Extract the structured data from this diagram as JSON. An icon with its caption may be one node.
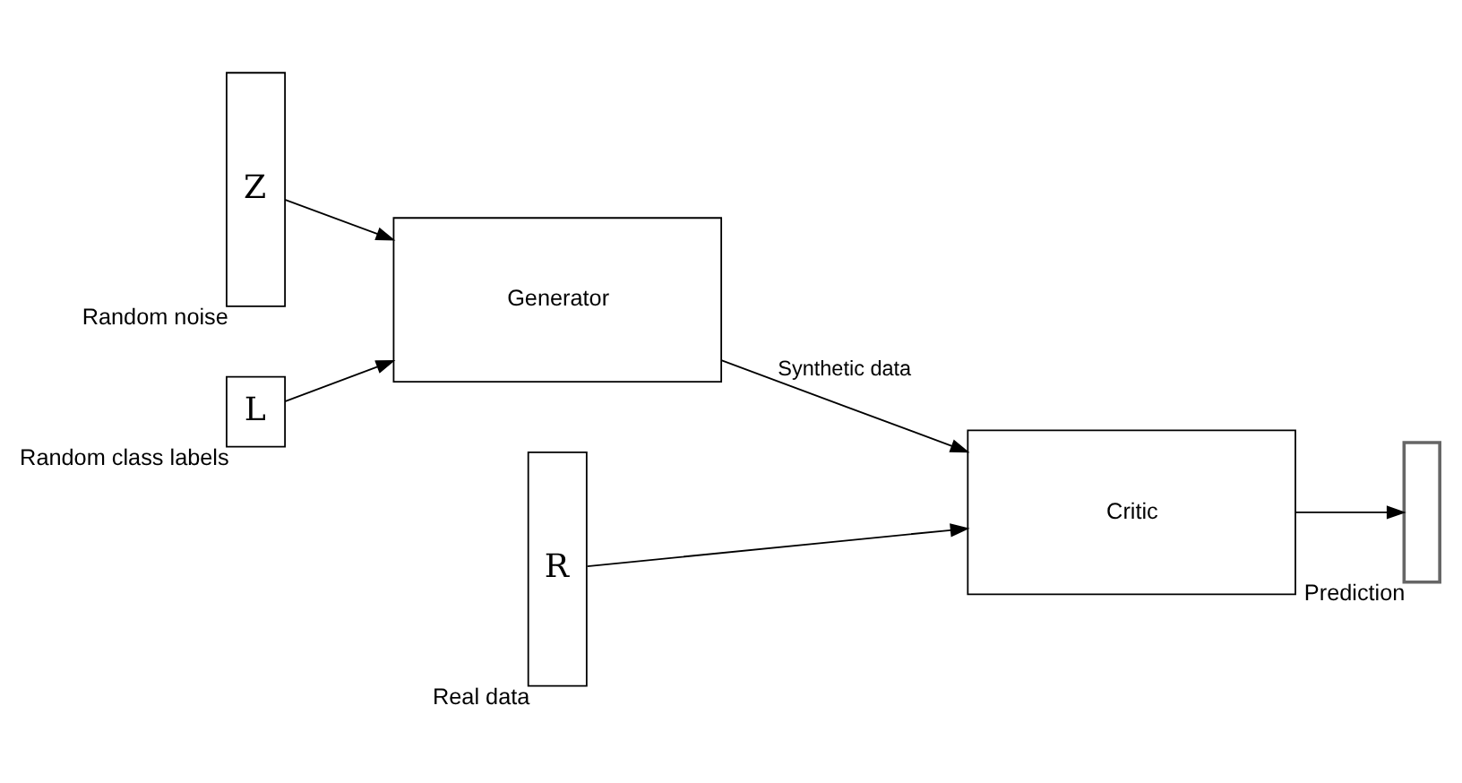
{
  "diagram": {
    "nodes": [
      {
        "text": [
          "Z"
        ],
        "beside": [
          "Random noise"
        ]
      },
      {
        "text": [
          "L"
        ],
        "beside": [
          "Random class labels"
        ]
      },
      {
        "text": [
          "Generator"
        ]
      },
      {
        "text": [
          "R"
        ],
        "beside": [
          "Real data"
        ]
      },
      {
        "text": [
          "Critic"
        ]
      },
      {
        "text": [],
        "shape": "bar",
        "beside": [
          "Prediction"
        ]
      }
    ],
    "edges": [
      {
        "from": 0,
        "to": 2,
        "arrow": "to"
      },
      {
        "from": 1,
        "to": 2,
        "arrow": "to"
      },
      {
        "from": 2,
        "to": 4,
        "arrow": "to",
        "label": "Synthetic data"
      },
      {
        "from": 3,
        "to": 4,
        "arrow": "to"
      },
      {
        "from": 4,
        "to": 5,
        "arrow": "to"
      }
    ]
  }
}
